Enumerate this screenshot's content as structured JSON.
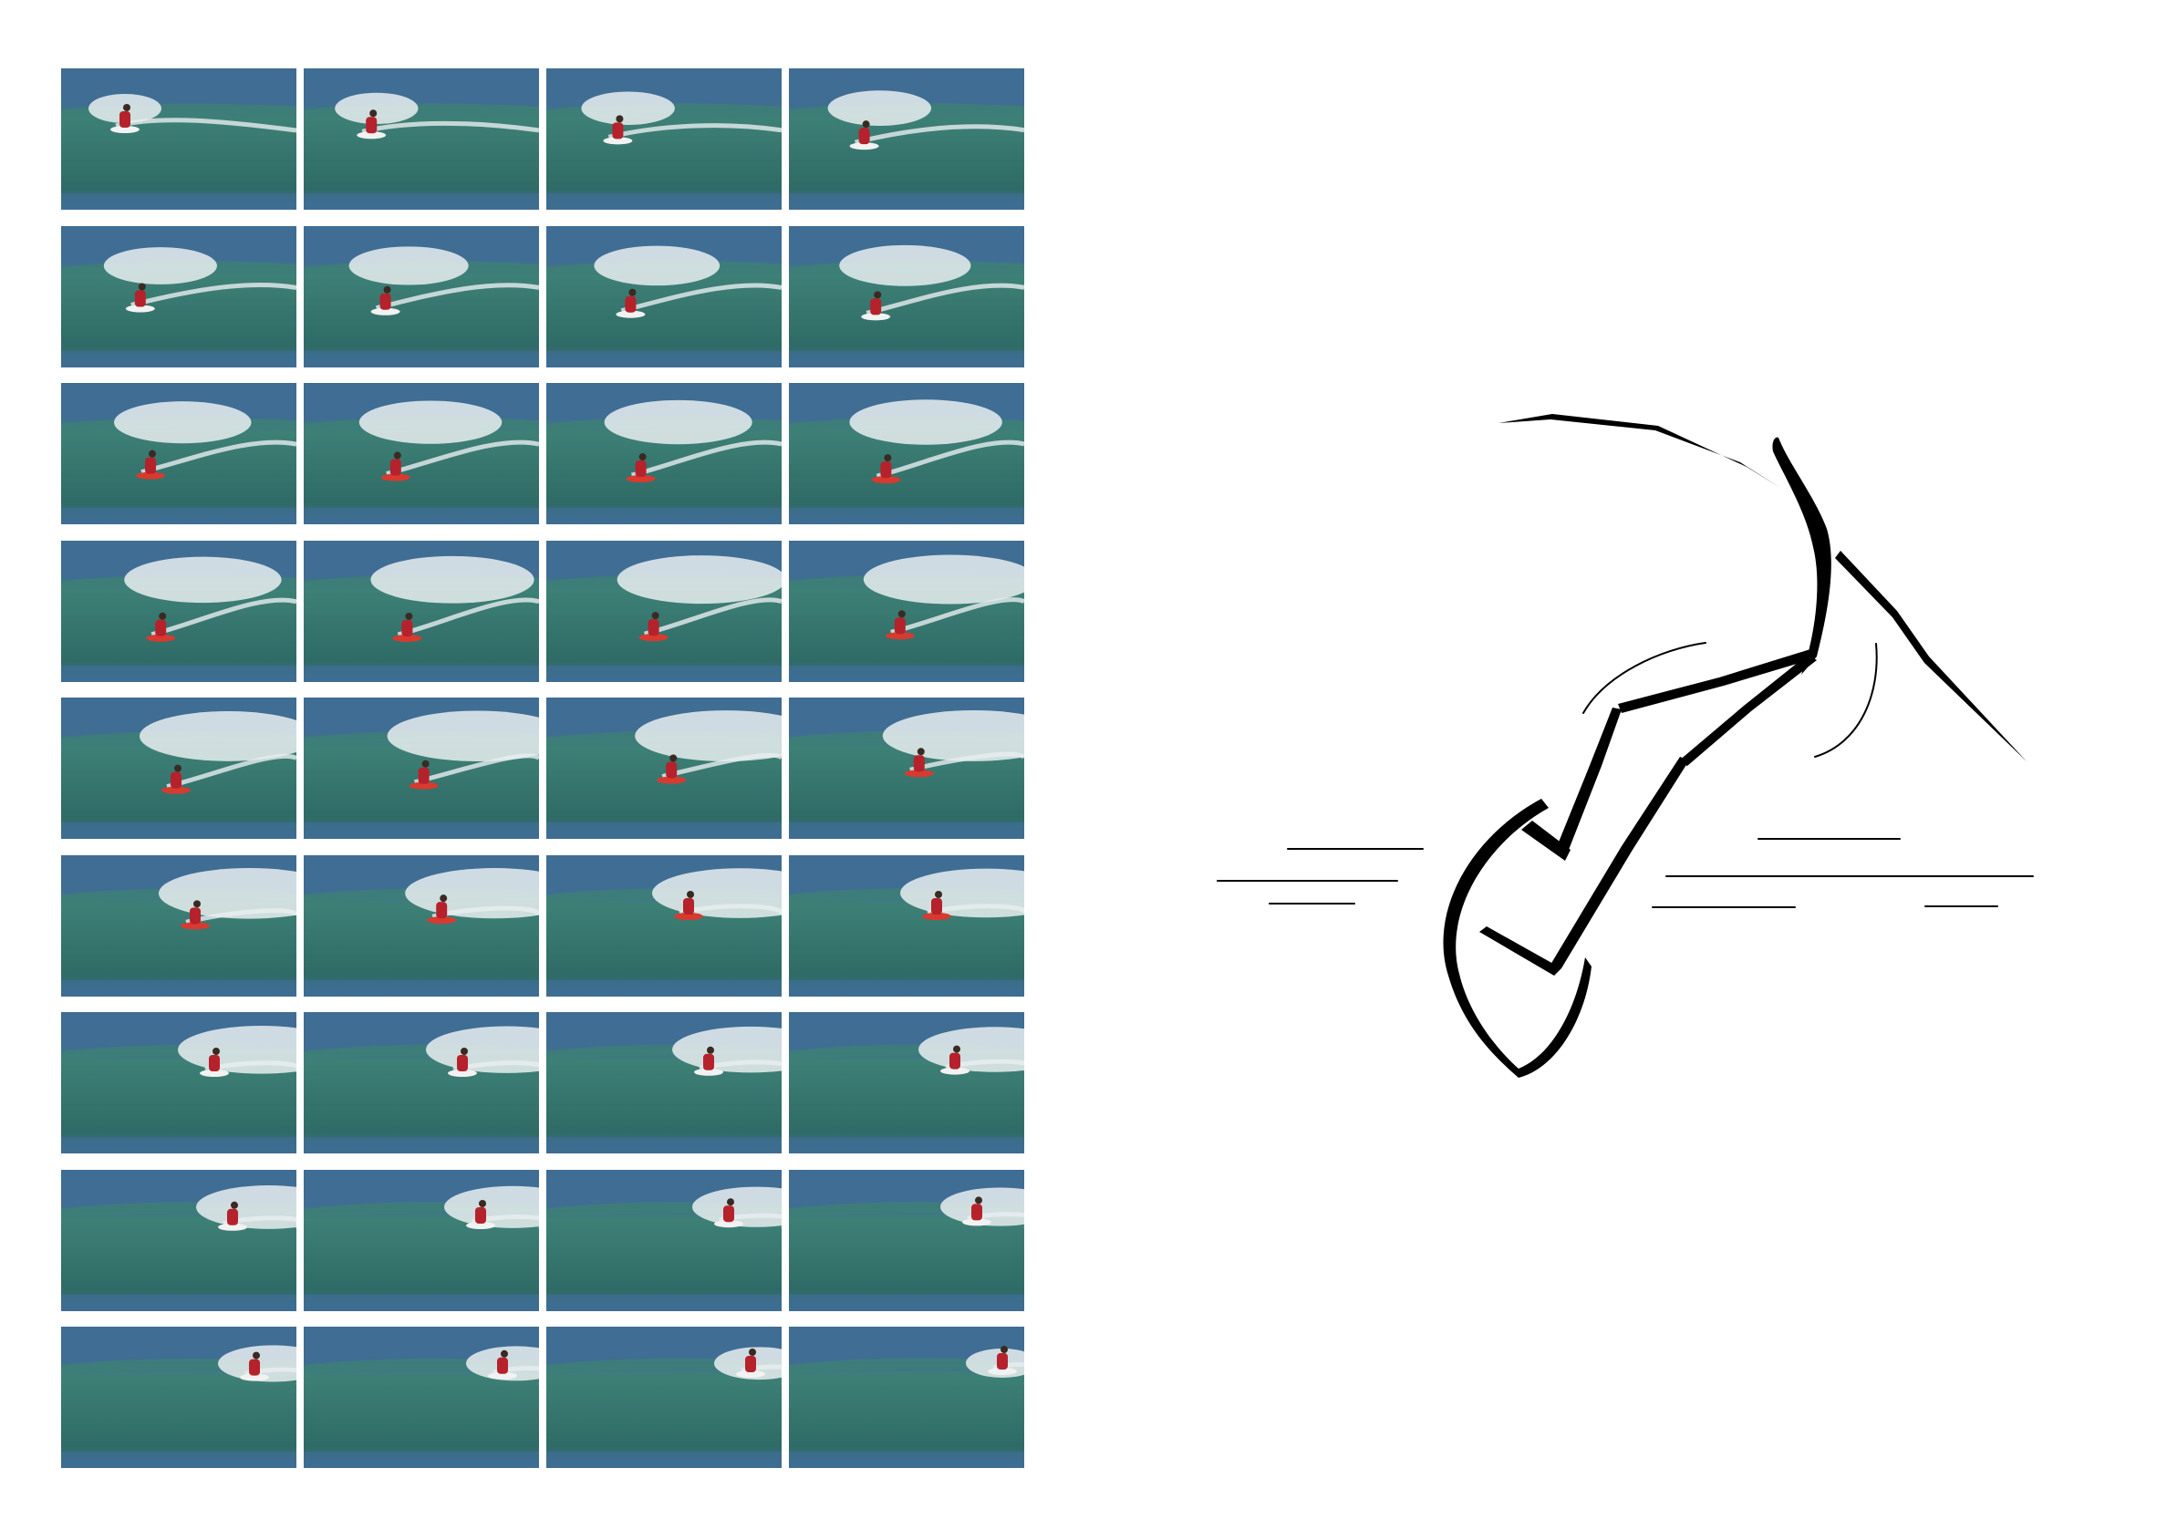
{
  "grid": {
    "rows": 9,
    "cols": 4
  },
  "colors": {
    "sky_water": "#3f6d94",
    "wave_face": "#3d8076",
    "wave_deep": "#2f6b66",
    "spray": "#e9eef0",
    "wetsuit": "#b5222b",
    "board_red": "#d83a2f",
    "board_white": "#f2f2f2",
    "ink": "#000000"
  },
  "sequence": {
    "frames": [
      {
        "p": 0.0,
        "board": "white"
      },
      {
        "p": 0.03,
        "board": "white"
      },
      {
        "p": 0.06,
        "board": "white"
      },
      {
        "p": 0.09,
        "board": "white"
      },
      {
        "p": 0.12,
        "board": "white"
      },
      {
        "p": 0.14,
        "board": "white"
      },
      {
        "p": 0.16,
        "board": "white"
      },
      {
        "p": 0.18,
        "board": "white"
      },
      {
        "p": 0.2,
        "board": "red"
      },
      {
        "p": 0.22,
        "board": "red"
      },
      {
        "p": 0.24,
        "board": "red"
      },
      {
        "p": 0.26,
        "board": "red"
      },
      {
        "p": 0.28,
        "board": "red"
      },
      {
        "p": 0.31,
        "board": "red"
      },
      {
        "p": 0.34,
        "board": "red"
      },
      {
        "p": 0.37,
        "board": "red"
      },
      {
        "p": 0.4,
        "board": "red"
      },
      {
        "p": 0.44,
        "board": "red"
      },
      {
        "p": 0.48,
        "board": "red"
      },
      {
        "p": 0.52,
        "board": "red"
      },
      {
        "p": 0.55,
        "board": "red"
      },
      {
        "p": 0.58,
        "board": "red"
      },
      {
        "p": 0.61,
        "board": "red"
      },
      {
        "p": 0.64,
        "board": "red"
      },
      {
        "p": 0.67,
        "board": "white"
      },
      {
        "p": 0.7,
        "board": "white"
      },
      {
        "p": 0.72,
        "board": "white"
      },
      {
        "p": 0.74,
        "board": "white"
      },
      {
        "p": 0.77,
        "board": "white"
      },
      {
        "p": 0.8,
        "board": "white"
      },
      {
        "p": 0.83,
        "board": "white"
      },
      {
        "p": 0.86,
        "board": "white"
      },
      {
        "p": 0.89,
        "board": "white"
      },
      {
        "p": 0.92,
        "board": "white"
      },
      {
        "p": 0.95,
        "board": "white"
      },
      {
        "p": 1.0,
        "board": "white"
      }
    ]
  }
}
